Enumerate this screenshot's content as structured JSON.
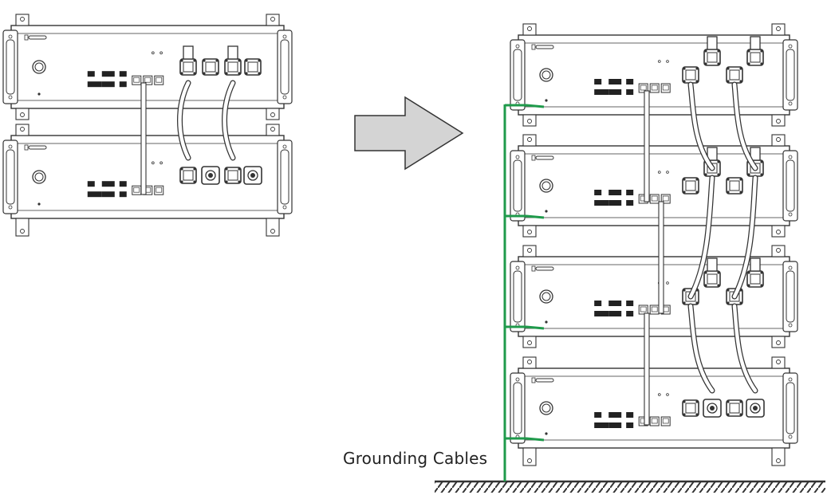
{
  "figure": {
    "label": "Grounding Cables",
    "colors": {
      "ground_wire": "#1f9a4b",
      "arrow_fill": "#d4d4d4",
      "line": "#333333",
      "background": "#ffffff"
    },
    "left_stack": {
      "modules": 2
    },
    "right_stack": {
      "modules": 4
    }
  }
}
